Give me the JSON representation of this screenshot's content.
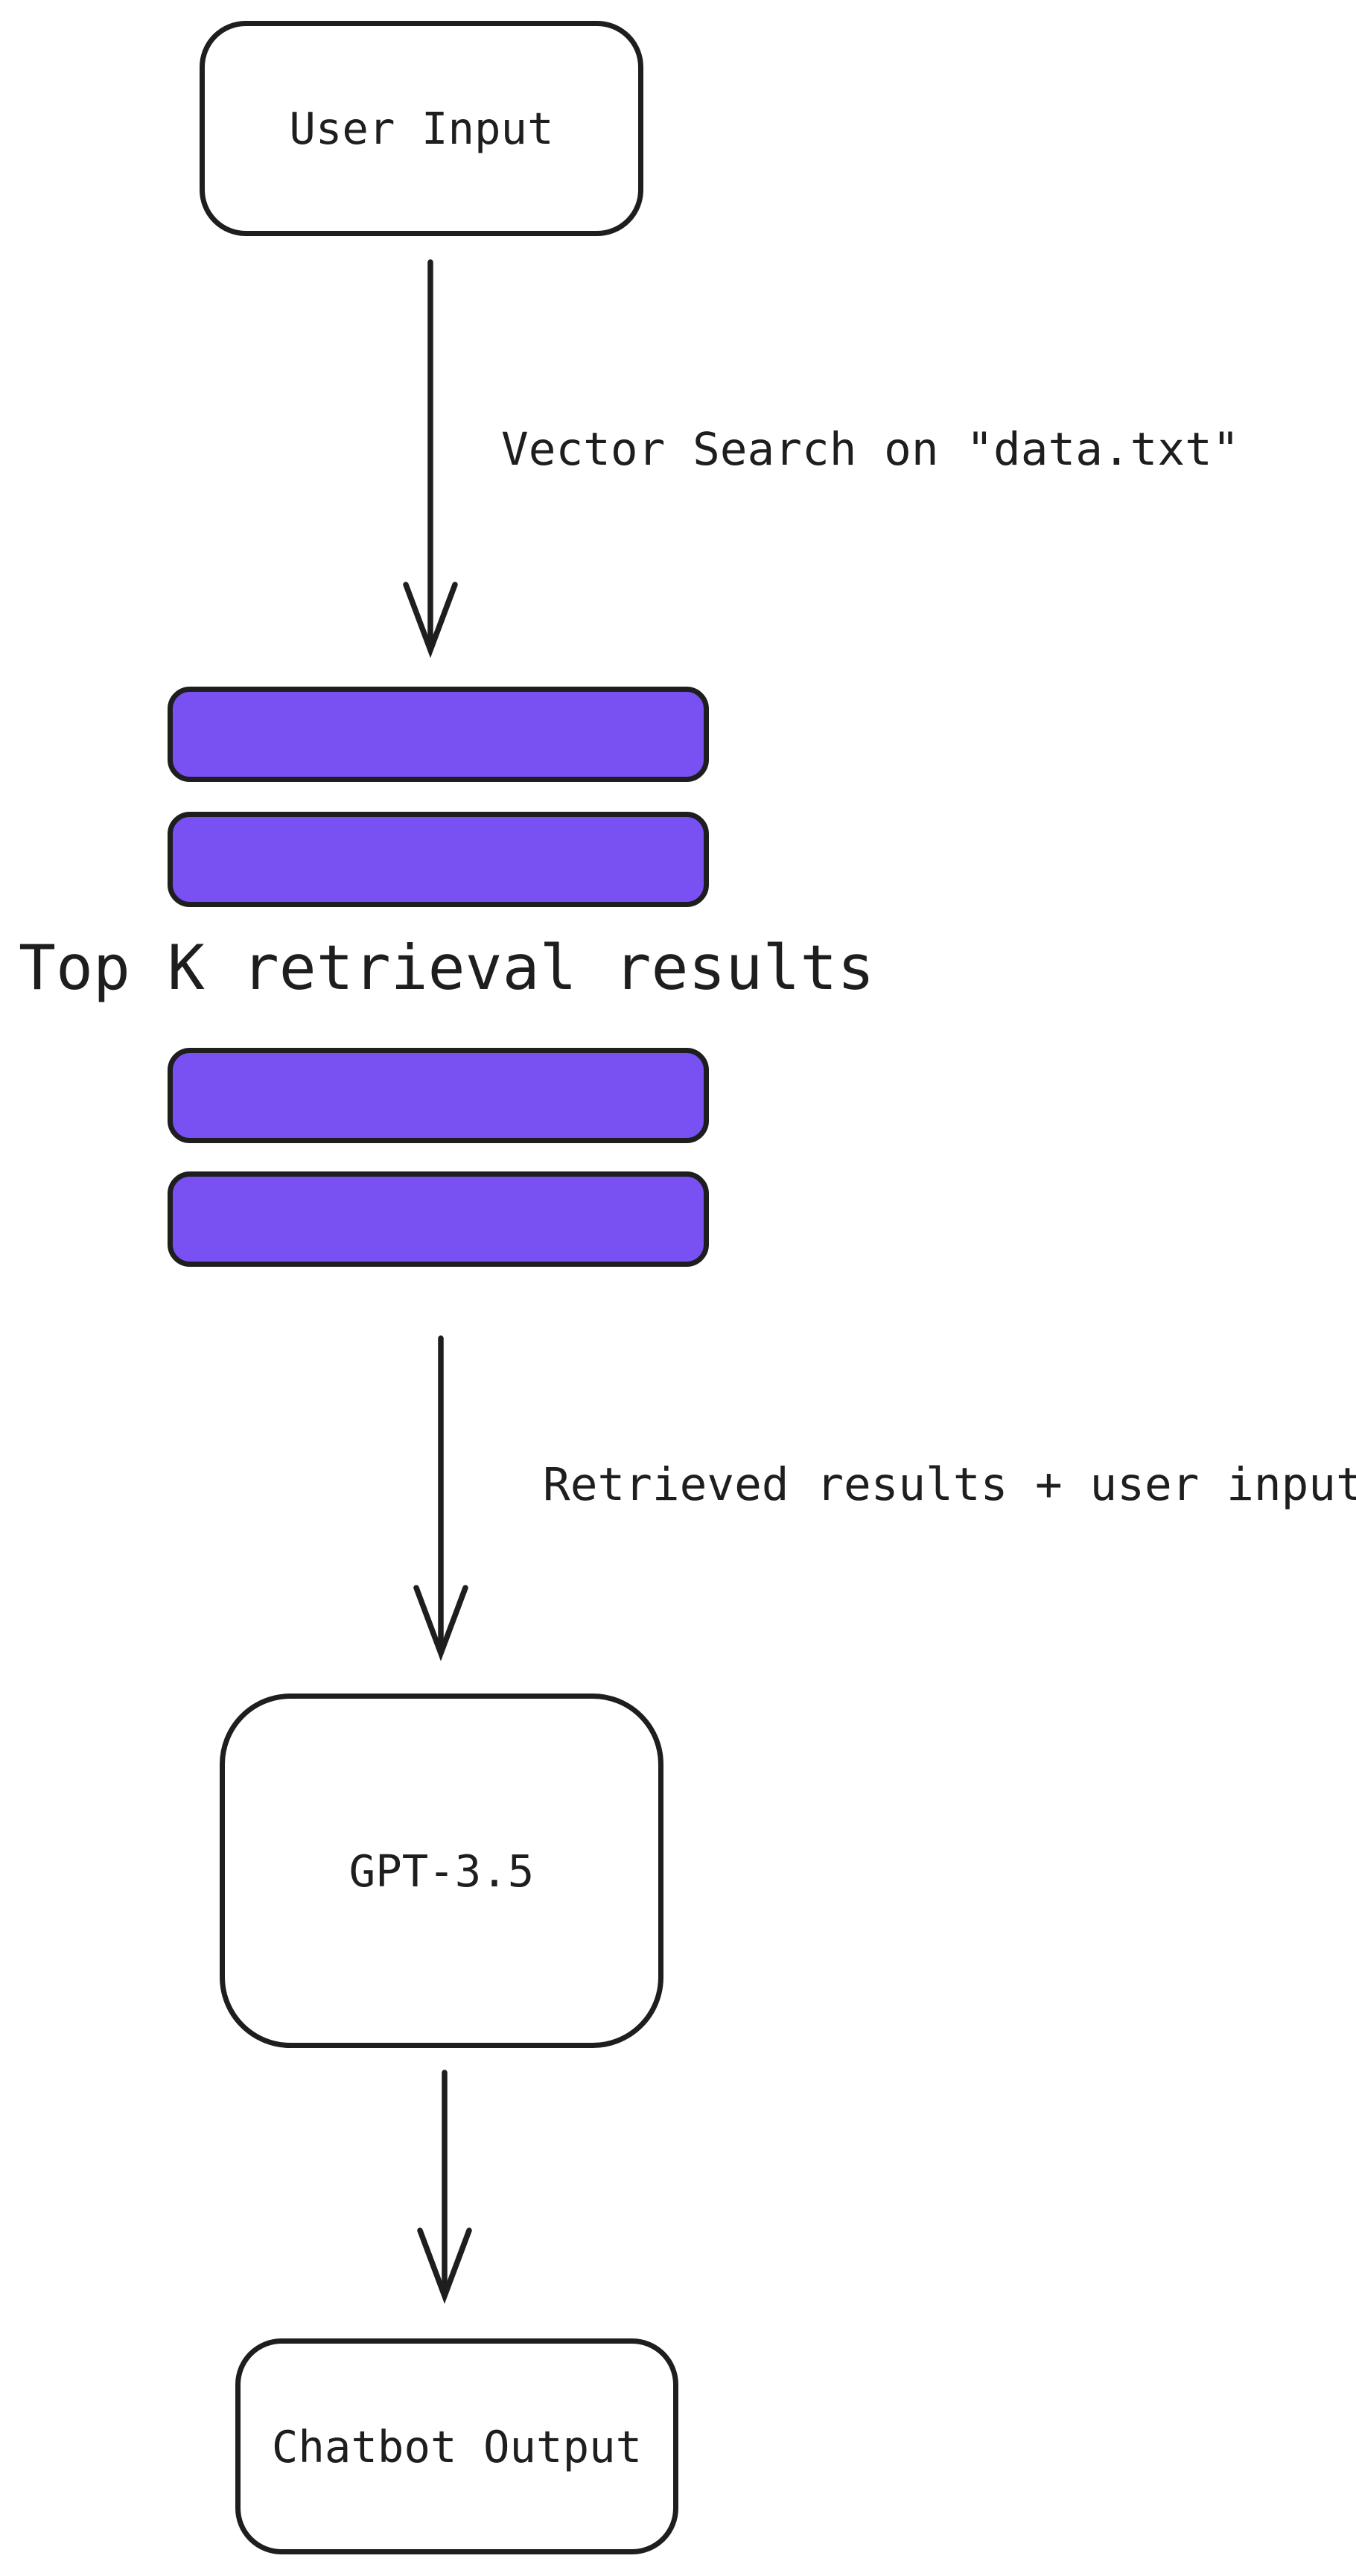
{
  "nodes": {
    "user_input": {
      "label": "User Input"
    },
    "gpt": {
      "label": "GPT-3.5"
    },
    "chatbot_output": {
      "label": "Chatbot Output"
    }
  },
  "edges": {
    "vector_search": {
      "label": "Vector Search on \"data.txt\""
    },
    "retrieved": {
      "label": "Retrieved results + user input"
    },
    "to_output": {
      "label": ""
    }
  },
  "retrieval": {
    "caption": "Top K retrieval results",
    "bar_count": 4
  },
  "colors": {
    "stroke": "#1e1e1e",
    "bar_fill": "#7950f2",
    "background": "#ffffff"
  }
}
